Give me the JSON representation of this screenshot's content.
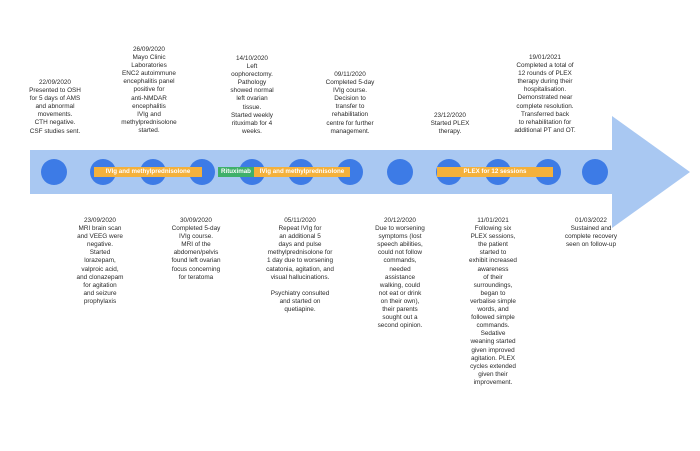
{
  "colors": {
    "arrow_fill": "#a9c8f2",
    "node_fill": "#3d7be6",
    "bar_orange": "#f4b13c",
    "bar_green": "#3fb06a"
  },
  "bars": [
    {
      "label": "IVIg and methylprednisolone",
      "color": "orange"
    },
    {
      "label": "Rituximab",
      "color": "green"
    },
    {
      "label": "IVig and methylprednisolone",
      "color": "orange"
    },
    {
      "label": "PLEX for 12 sessions",
      "color": "orange"
    }
  ],
  "top_events": [
    {
      "text": "22/09/2020\nPresented to OSH\nfor 5 days of AMS\nand abnormal\nmovements.\nCTH negative.\nCSF studies sent."
    },
    {
      "text": "26/09/2020\nMayo Clinic\nLaboratories\nENC2 autoimmune\nencephalitis panel\npositive for\nanti-NMDAR\nencephalitis\nIVIg and\nmethylprednisolone\nstarted."
    },
    {
      "text": "14/10/2020\nLeft\noophorectomy.\nPathology\nshowed normal\nleft ovarian\ntissue.\nStarted weekly\nrituximab for 4\nweeks."
    },
    {
      "text": "09/11/2020\nCompleted 5-day\nIVIg course.\nDecision to\ntransfer to\nrehabilitation\ncentre for further\nmanagement."
    },
    {
      "text": "23/12/2020\nStarted PLEX\ntherapy."
    },
    {
      "text": "19/01/2021\nCompleted a total of\n12 rounds of PLEX\ntherapy during their\nhospitalisation.\nDemonstrated near\ncomplete resolution.\nTransferred back\nto rehabilitation for\nadditional PT and OT."
    }
  ],
  "bottom_events": [
    {
      "text": "23/09/2020\nMRI brain scan\nand VEEG were\nnegative.\nStarted\nlorazepam,\nvalproic acid,\nand clonazepam\nfor agitation\nand seizure\nprophylaxis"
    },
    {
      "text": "30/09/2020\nCompleted 5-day\nIVIg course.\nMRI of the\nabdomen/pelvis\nfound left ovarian\nfocus concerning\nfor teratoma"
    },
    {
      "text": "05/11/2020\nRepeat IVIg for\nan additional 5\ndays and pulse\nmethylprednisolone for\n1 day due to worsening\ncatatonia, agitation, and\nvisual hallucinations.\n\nPsychiatry consulted\nand started on\nquetiapine."
    },
    {
      "text": "20/12/2020\nDue to worsening\nsymptoms (lost\nspeech abilities,\ncould not follow\ncommands,\nneeded\nassistance\nwalking, could\nnot eat or drink\non their own),\ntheir parents\nsought out a\nsecond opinion."
    },
    {
      "text": "11/01/2021\nFollowing six\nPLEX sessions,\nthe patient\nstarted to\nexhibit increased\nawareness\nof their\nsurroundings,\nbegan to\nverbalise simple\nwords, and\nfollowed simple\ncommands.\nSedative\nweaning started\ngiven improved\nagitation. PLEX\ncycles extended\ngiven their\nimprovement."
    },
    {
      "text": "01/03/2022\nSustained and\ncomplete recovery\nseen on follow-up"
    }
  ]
}
